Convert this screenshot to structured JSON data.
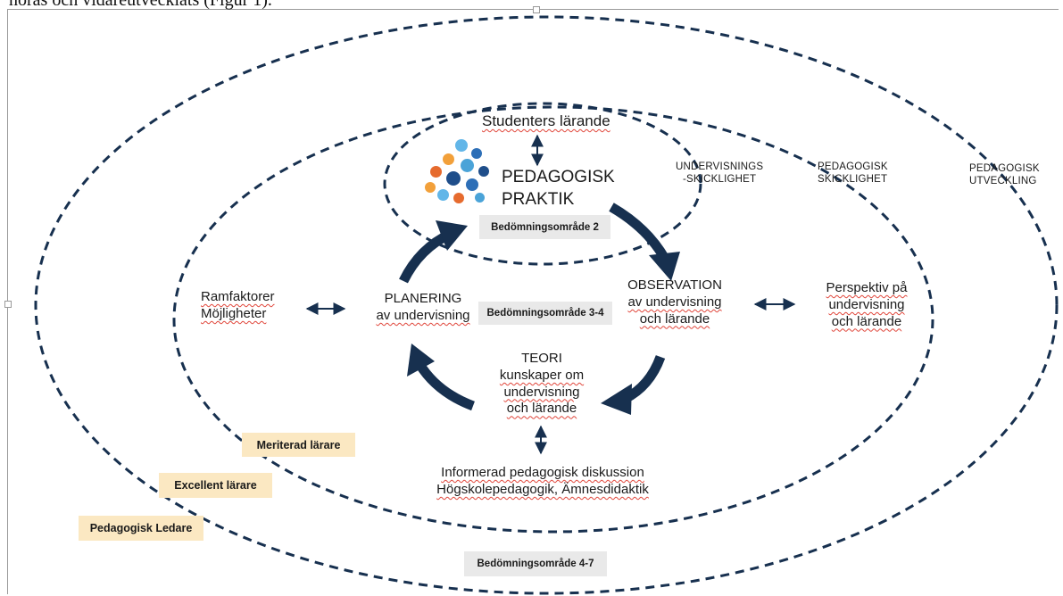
{
  "caption": "höras och vidareutvecklats (Figur 1).",
  "practice": {
    "studenters": "Studenters lärande",
    "title_line1": "PEDAGOGISK",
    "title_line2": "PRAKTIK",
    "area2": "Bedömningsområde 2"
  },
  "rings": {
    "undervisnings_1": "UNDERVISNINGS",
    "undervisnings_2": "-SKICKLIGHET",
    "ped_skicklighet_1": "PEDAGOGISK",
    "ped_skicklighet_2": "SKICKLIGHET",
    "ped_utveckling_1": "PEDAGOGISK",
    "ped_utveckling_2": "UTVECKLING"
  },
  "cycle": {
    "ramfaktorer": "Ramfaktorer",
    "mojligheter": "Möjligheter",
    "planering_1": "PLANERING",
    "planering_2": "av undervisning",
    "area34": "Bedömningsområde 3-4",
    "observation_1": "OBSERVATION",
    "observation_2": "av undervisning",
    "observation_3": "och lärande",
    "perspektiv_1": "Perspektiv på",
    "perspektiv_2": "undervisning",
    "perspektiv_3": "och lärande",
    "teori_1": "TEORI",
    "teori_2": "kunskaper om",
    "teori_3": "undervisning",
    "teori_4": "och lärande",
    "diskussion_1": "Informerad pedagogisk diskussion",
    "diskussion_2": "Högskolepedagogik, Ämnesdidaktik"
  },
  "levels": {
    "meriterad": "Meriterad lärare",
    "excellent": "Excellent lärare",
    "ledare": "Pedagogisk Ledare",
    "area47": "Bedömningsområde 4-7"
  },
  "colors": {
    "navy": "#17304f",
    "grey_box": "#e9e9e9",
    "tan_box": "#fbe8c2",
    "icon_colors": [
      "#2d6fb7",
      "#f2a03a",
      "#4aa3d8",
      "#1f4e8a",
      "#e66b2e",
      "#62b6e8"
    ]
  }
}
